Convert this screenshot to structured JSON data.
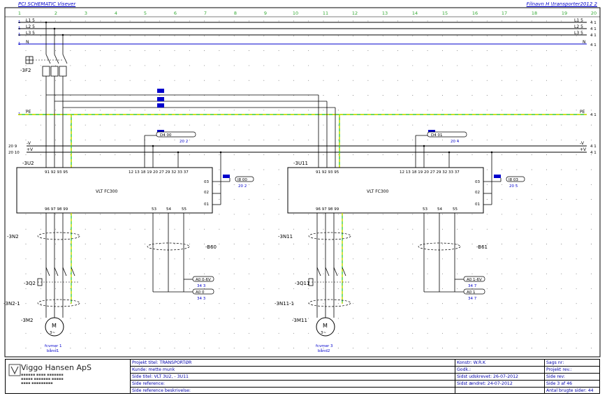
{
  "header": {
    "left_title": "PCI SCHEMATIC Visever",
    "right_title": "Filnavn  H \\transporter2012 2"
  },
  "column_numbers": [
    "1",
    "2",
    "3",
    "4",
    "5",
    "6",
    "7",
    "8",
    "9",
    "10",
    "11",
    "12",
    "13",
    "14",
    "15",
    "16",
    "17",
    "18",
    "19",
    "20"
  ],
  "bus_lines": {
    "l1": "L1 5",
    "l2": "L2 5",
    "l3": "L3 5",
    "n": "N",
    "l1_right": "L1 5",
    "l2_right": "L2 5",
    "l3_right": "L3 5",
    "n_right": "N",
    "pe": "PE",
    "pe_right": "PE",
    "minus_v": "-V",
    "plus_v": "+V",
    "minus_v_left": "20 9",
    "plus_v_left": "20 10",
    "minus_v_right": "-V",
    "plus_v_right": "+V",
    "page_ref": "4 1"
  },
  "breaker": {
    "tag": "-3F2"
  },
  "drives": [
    {
      "tag": "-3U2",
      "model": "VLT FC300",
      "power_terminals": "91 92 93 95",
      "motor_terminals": "96 97 98 99",
      "control_terminals": "12 13 18 19 20 27 29 32 33 37",
      "relay_terminals": [
        "03",
        "02",
        "01"
      ],
      "analog_terminals": [
        "53",
        "54",
        "55"
      ],
      "cable_tag": "-3N2",
      "cable_tag2": "-3N2-1",
      "switch_tag": "-3Q2",
      "motor_tag": "-3M2",
      "motor_label": "M",
      "motor_phase": "3~",
      "motor_desc_1": "fcvmer 1",
      "motor_desc_2": "bånd1",
      "sensor_cable": "-B60",
      "ref_top": "D4 00",
      "ref_top_page": "20 2",
      "ref_relay": "I8 00",
      "ref_relay_page": "20 2",
      "ref_analog_1": "A0 0-6V",
      "ref_analog_1_page": "34 3",
      "ref_analog_2": "A0 0",
      "ref_analog_2_page": "34 3"
    },
    {
      "tag": "-3U11",
      "model": "VLT FC300",
      "power_terminals": "91 92 93 95",
      "motor_terminals": "96 97 98 99",
      "control_terminals": "12 13 18 19 20 27 29 32 33 37",
      "relay_terminals": [
        "03",
        "02",
        "01"
      ],
      "analog_terminals": [
        "53",
        "54",
        "55"
      ],
      "cable_tag": "-3N11",
      "cable_tag2": "-3N11-1",
      "switch_tag": "-3Q11",
      "motor_tag": "-3M11",
      "motor_label": "M",
      "motor_phase": "3~",
      "motor_desc_1": "fcvmer 3",
      "motor_desc_2": "bånd2",
      "sensor_cable": "-B61",
      "ref_top": "D4 01",
      "ref_top_page": "20 4",
      "ref_relay": "I8 03",
      "ref_relay_page": "20 5",
      "ref_analog_1": "A0 1-6V",
      "ref_analog_1_page": "34 7",
      "ref_analog_2": "A0 1",
      "ref_analog_2_page": "34 7"
    }
  ],
  "title_block": {
    "company": "Viggo Hansen ApS",
    "project_title": "Projekt titel: TRANSPORTØR",
    "customer": "Kunde:  mette munk",
    "page_title": "Side titel: VLT 3U2, - 3U11",
    "page_reference": "Side reference:",
    "page_reference_desc": "Side reference beskrivelse:",
    "designer": "Konstr: W.R.K",
    "approved": "Godk.:",
    "page_issue": "Sidst udskrevet: 26-07-2012",
    "page_changed": "Sidst ændret: 24-07-2012",
    "page_no": "Sags nr:",
    "project_rev": "Projekt rev.:",
    "page_rev": "Side rev:",
    "page_count": "Side  3       af  46",
    "pages_used": "Antal brugte sider:  44"
  },
  "colors": {
    "line": "#000000",
    "bus_blue": "#0000cc",
    "pe_green": "#33cc33",
    "pe_yellow": "#dddd00",
    "label_blue": "#0000cc",
    "column_green": "#33aa33"
  }
}
